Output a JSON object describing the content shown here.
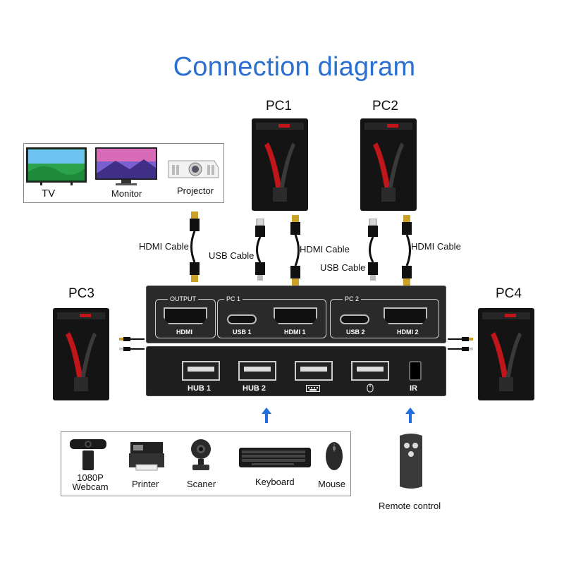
{
  "title": "Connection diagram",
  "pcs": {
    "pc1": "PC1",
    "pc2": "PC2",
    "pc3": "PC3",
    "pc4": "PC4"
  },
  "displays": {
    "tv": "TV",
    "monitor": "Monitor",
    "projector": "Projector"
  },
  "cables": {
    "hdmi_output": "HDMI  Cable",
    "usb_pc1": "USB  Cable",
    "hdmi_pc1": "HDMI  Cable",
    "usb_pc2": "USB  Cable",
    "hdmi_pc2": "HDMI  Cable"
  },
  "switch_top": {
    "output_group": "OUTPUT",
    "output_port": "HDMI",
    "pc1_group": "PC 1",
    "pc1_usb": "USB 1",
    "pc1_hdmi": "HDMI 1",
    "pc2_group": "PC 2",
    "pc2_usb": "USB 2",
    "pc2_hdmi": "HDMI 2"
  },
  "switch_front": {
    "hub1": "HUB 1",
    "hub2": "HUB 2",
    "ir": "IR",
    "keyboard_icon": "keyboard-icon",
    "mouse_icon": "mouse-icon"
  },
  "peripherals": {
    "webcam": "1080P\nWebcam",
    "printer": "Printer",
    "scanner": "Scaner",
    "keyboard": "Keyboard",
    "mouse": "Mouse"
  },
  "remote": "Remote control",
  "colors": {
    "title": "#2a6fd1",
    "arrow": "#1f6fd6",
    "tower_accent": "#c0161b"
  }
}
